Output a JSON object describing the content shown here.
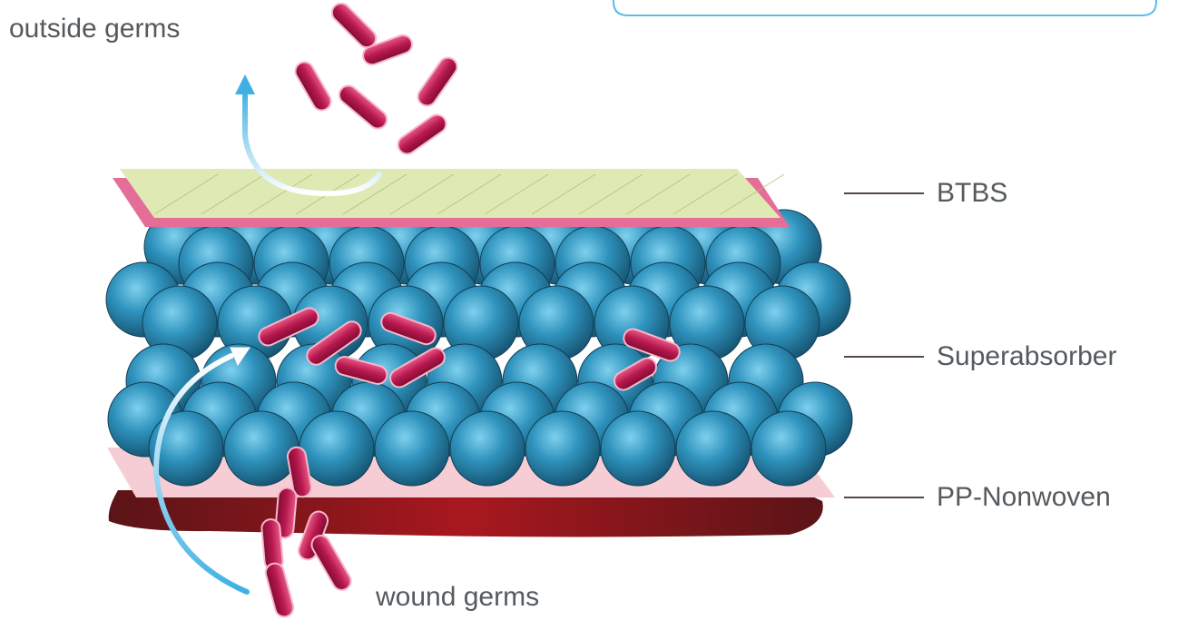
{
  "labels": {
    "outside_germs": "outside germs",
    "wound_germs": "wound germs",
    "btbs": "BTBS",
    "superabsorber": "Superabsorber",
    "pp_nonwoven": "PP-Nonwoven"
  },
  "colors": {
    "btbs_layer": "#dfe9b4",
    "btbs_edge": "#e46e97",
    "bead": "#2f86ad",
    "germ": "#b8184e",
    "wound": "#7a1a1f",
    "nonwoven": "#f6cdd5",
    "arrow": "#5bbde6",
    "callout_border": "#5bbde6",
    "label_text": "#555a5e"
  }
}
